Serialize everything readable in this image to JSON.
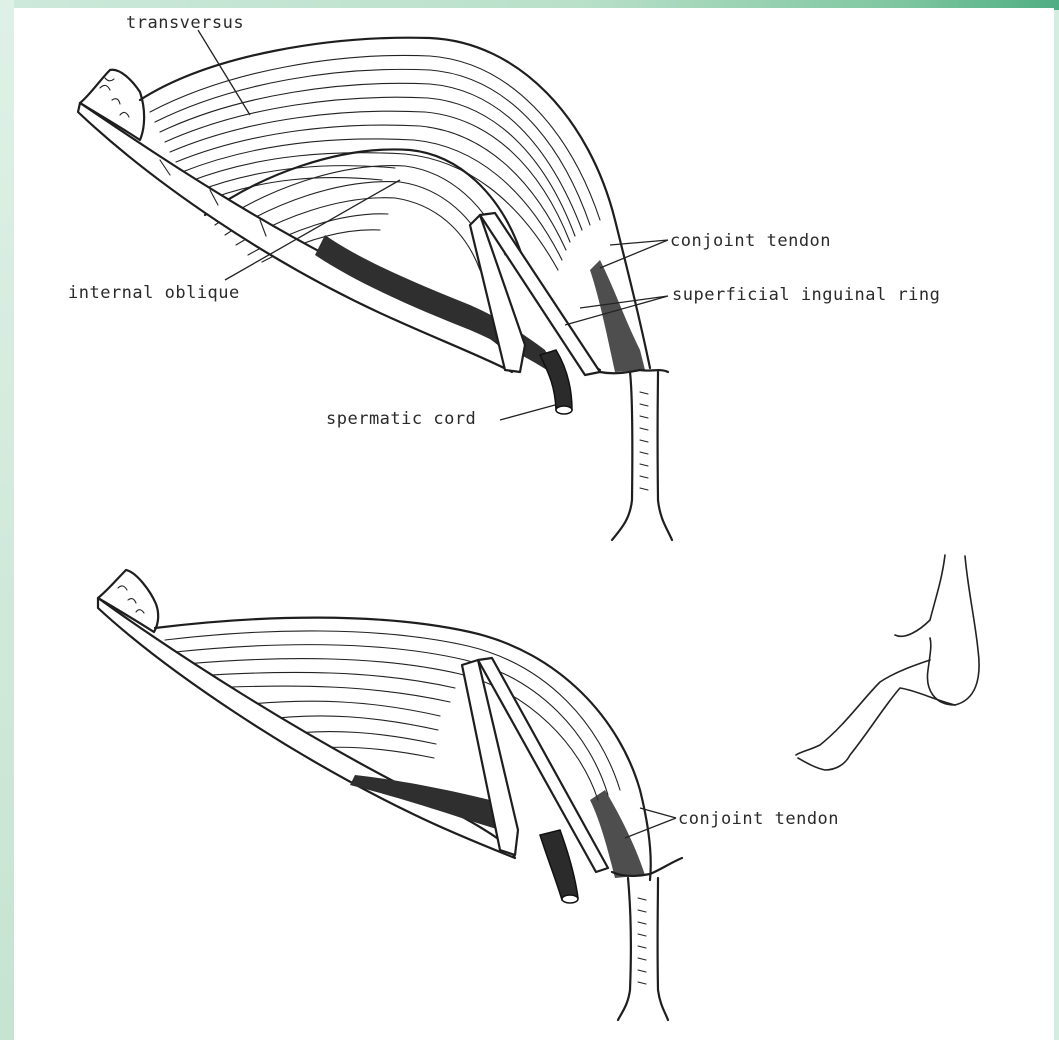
{
  "labels": {
    "top": {
      "transversus": "transversus",
      "internal_oblique": "internal oblique",
      "conjoint_tendon": "conjoint tendon",
      "superficial_inguinal_ring": "superficial inguinal ring",
      "spermatic_cord": "spermatic cord"
    },
    "bottom": {
      "conjoint_tendon": "conjoint tendon"
    }
  },
  "colors": {
    "background_frame": "#d4ede0",
    "accent_gradient_end": "#4fae83",
    "ink": "#1e1e1e",
    "paper": "#ffffff"
  }
}
